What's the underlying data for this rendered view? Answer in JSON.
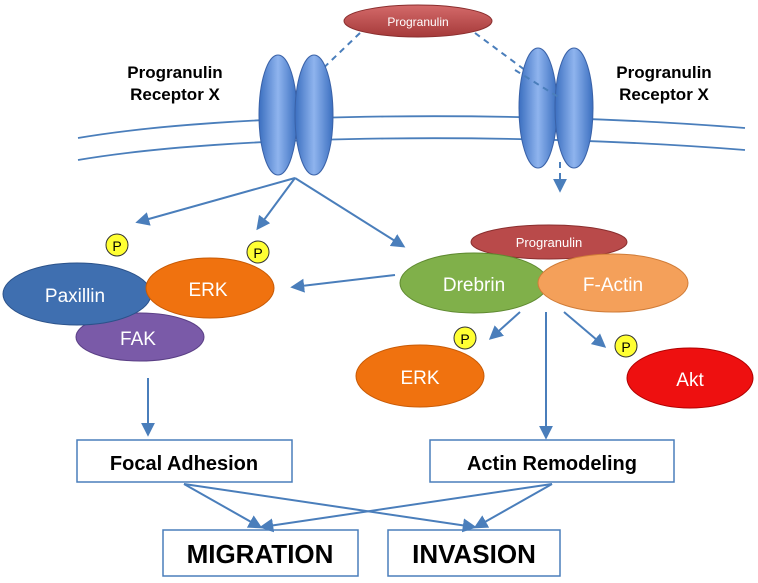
{
  "top": {
    "ligand": "Progranulin"
  },
  "receptors": {
    "left_label_line1": "Progranulin",
    "left_label_line2": "Receptor X",
    "right_label_line1": "Progranulin",
    "right_label_line2": "Receptor X"
  },
  "left_complex": {
    "paxillin": "Paxillin",
    "erk": "ERK",
    "fak": "FAK",
    "phospho_erk": "P",
    "phospho_paxillin": "P"
  },
  "right_complex": {
    "progranulin": "Progranulin",
    "drebrin": "Drebrin",
    "factin": "F-Actin",
    "erk": "ERK",
    "akt": "Akt",
    "phospho_erk": "P",
    "phospho_akt": "P"
  },
  "boxes": {
    "focal_adhesion": "Focal Adhesion",
    "actin_remodeling": "Actin Remodeling",
    "migration": "MIGRATION",
    "invasion": "INVASION"
  },
  "colors": {
    "arrow": "#4a7ebb",
    "receptor": "#5b8fd9",
    "progranulin": "#b94a4a",
    "paxillin": "#3f6fb0",
    "erk": "#f0720f",
    "fak": "#7a5aa8",
    "drebrin": "#80b04a",
    "factin": "#f4a05a",
    "akt": "#ee1010",
    "phospho": "#ffff33"
  }
}
